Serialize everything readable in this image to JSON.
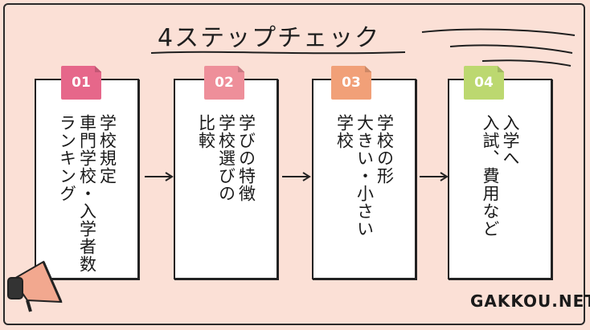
{
  "title": "4ステップチェック",
  "steps": [
    {
      "number": "01",
      "color": "#e6678a",
      "text": "学校規定\n車門学校・入学者数\nランキング"
    },
    {
      "number": "02",
      "color": "#ee8f9a",
      "text": "学びの特徴\n学校選びの\n比較"
    },
    {
      "number": "03",
      "color": "#f1a078",
      "text": "学校の形\n大きい・小さい\n学校"
    },
    {
      "number": "04",
      "color": "#bcd870",
      "text": "入学へ\n入試、費用など"
    }
  ],
  "brand": "GAKKOU.NET",
  "icons": {
    "arrow": "arrow-right-icon",
    "megaphone": "megaphone-icon"
  }
}
